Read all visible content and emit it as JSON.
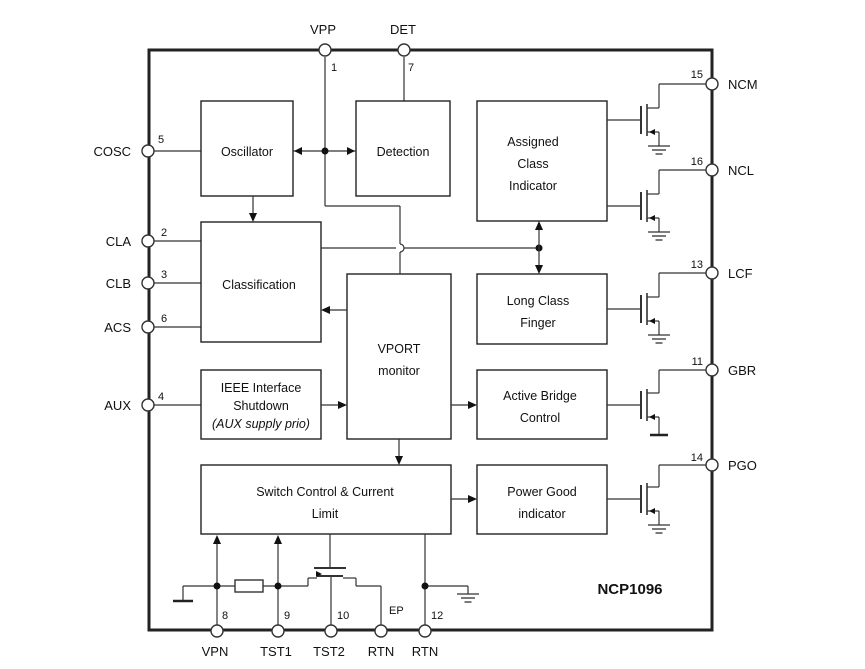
{
  "part_name": "NCP1096",
  "pins_top": {
    "vpp": {
      "name": "VPP",
      "num": "1"
    },
    "det": {
      "name": "DET",
      "num": "7"
    }
  },
  "pins_left": {
    "cosc": {
      "name": "COSC",
      "num": "5"
    },
    "cla": {
      "name": "CLA",
      "num": "2"
    },
    "clb": {
      "name": "CLB",
      "num": "3"
    },
    "acs": {
      "name": "ACS",
      "num": "6"
    },
    "aux": {
      "name": "AUX",
      "num": "4"
    }
  },
  "pins_right": {
    "ncm": {
      "name": "NCM",
      "num": "15"
    },
    "ncl": {
      "name": "NCL",
      "num": "16"
    },
    "lcf": {
      "name": "LCF",
      "num": "13"
    },
    "gbr": {
      "name": "GBR",
      "num": "11"
    },
    "pgo": {
      "name": "PGO",
      "num": "14"
    }
  },
  "pins_bottom": {
    "vpn": {
      "name": "VPN",
      "num": "8"
    },
    "tst1": {
      "name": "TST1",
      "num": "9"
    },
    "tst2": {
      "name": "TST2",
      "num": "10"
    },
    "rtn_ep": {
      "name": "RTN",
      "num": "EP"
    },
    "rtn": {
      "name": "RTN",
      "num": "12"
    }
  },
  "blocks": {
    "oscillator": "Oscillator",
    "detection": "Detection",
    "classification": "Classification",
    "assigned_class": [
      "Assigned",
      "Class",
      "Indicator"
    ],
    "long_class": [
      "Long Class",
      "Finger"
    ],
    "vport": [
      "VPORT",
      "monitor"
    ],
    "ieee": [
      "IEEE Interface",
      "Shutdown",
      "(AUX supply prio)"
    ],
    "active_bridge": [
      "Active Bridge",
      "Control"
    ],
    "switch_control": [
      "Switch Control & Current",
      "Limit"
    ],
    "power_good": [
      "Power Good",
      "indicator"
    ]
  }
}
